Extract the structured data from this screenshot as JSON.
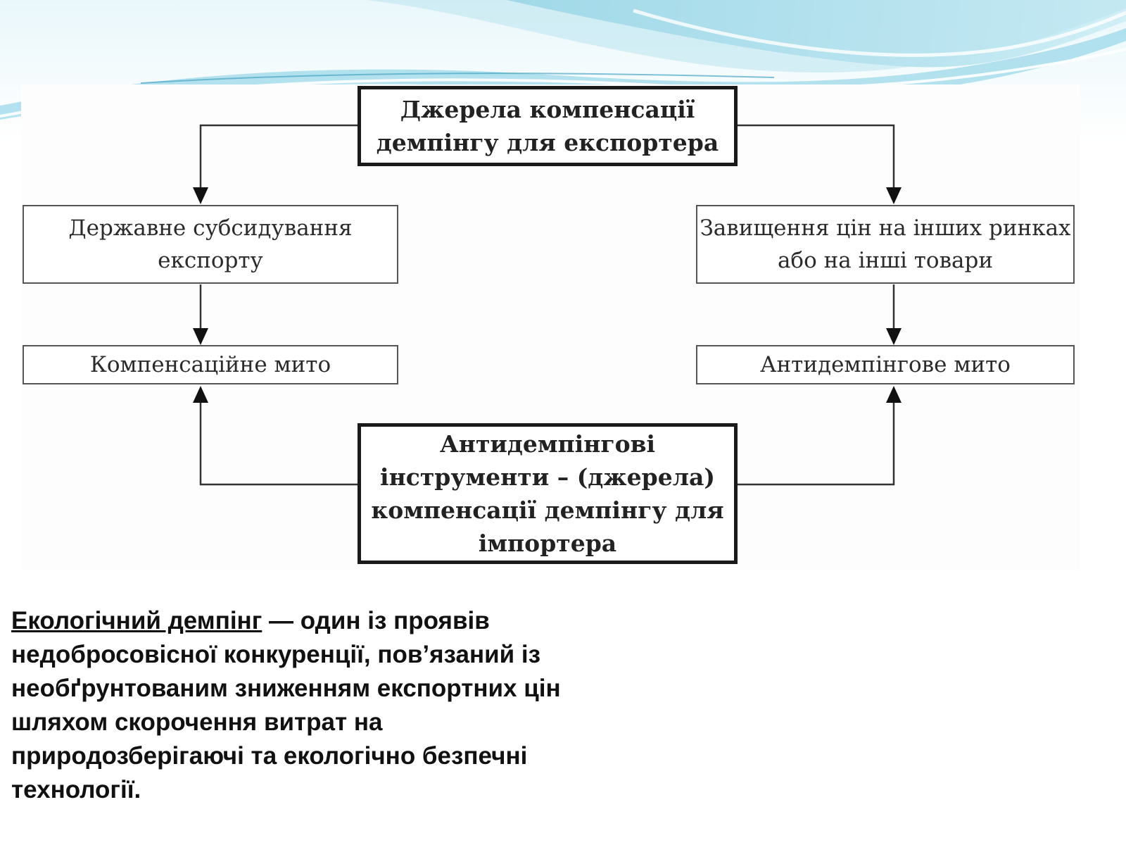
{
  "diagram": {
    "source_box": "Джерела компенсації\nдемпінгу для експортера",
    "left_cause_box": "Державне субсидування\nекспорту",
    "right_cause_box": "Завищення цін на інших ринках\nабо на інші товари",
    "left_measure_box": "Компенсаційне мито",
    "right_measure_box": "Антидемпінгове мито",
    "instruments_box": "Антидемпінгові\nінструменти – (джерела)\nкомпенсації демпінгу для\nімпортера"
  },
  "definition": {
    "term": "Екологічний демпінг",
    "text": " — один із проявів недобросовісної конкуренції, пов’язаний із необґрунтованим зниженням експортних цін шляхом скорочення витрат на природозберігаючі та екологічно безпечні технології."
  },
  "colors": {
    "wave_light": "#dff3f8",
    "wave_mid": "#a8dbe9",
    "wave_dark": "#4fb3d1",
    "box_border": "#1a1a1a",
    "text": "#111111"
  }
}
